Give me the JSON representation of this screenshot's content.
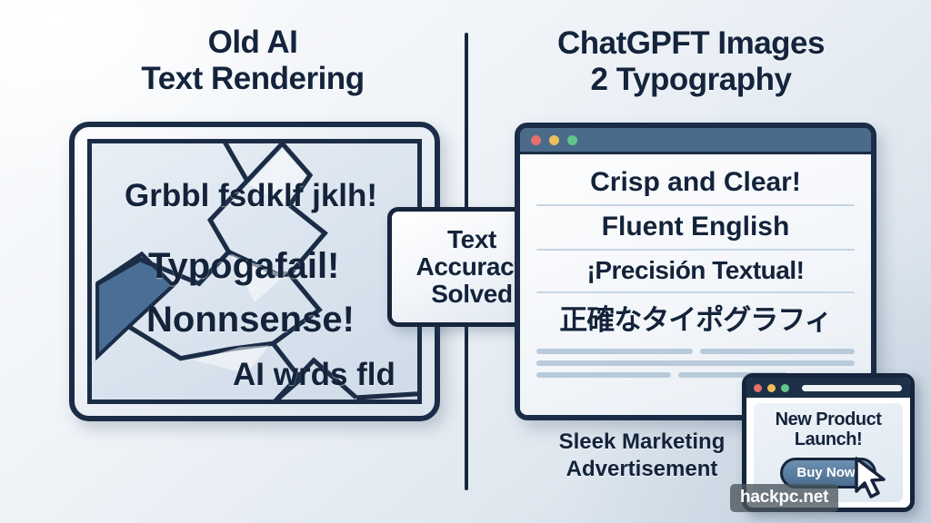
{
  "headings": {
    "left": {
      "line1": "Old AI",
      "line2": "Text Rendering"
    },
    "right": {
      "line1": "ChatGPFT Images",
      "line2": "2 Typography"
    }
  },
  "left_panel": {
    "device_name": "broken-screen-device",
    "garbled_lines": [
      "Grbbl fsdklf jklh!",
      "Typogafail!",
      "Nonnsense!",
      "AI wrds fld"
    ]
  },
  "center_badge": {
    "line1": "Text",
    "line2": "Accuracy",
    "line3": "Solved"
  },
  "right_panel": {
    "browser": {
      "traffic_lights": [
        "red",
        "yellow",
        "green"
      ],
      "lines": [
        "Crisp and Clear!",
        "Fluent English",
        "¡Precisión Textual!",
        "正確なタイポグラフィ"
      ]
    },
    "caption": {
      "line1": "Sleek Marketing",
      "line2": "Advertisement"
    }
  },
  "popup": {
    "traffic_lights": [
      "red",
      "yellow",
      "green"
    ],
    "headline_line1": "New Product",
    "headline_line2": "Launch!",
    "button_label": "Buy Now!"
  },
  "watermark": "hackpc.net",
  "colors": {
    "ink": "#13233a",
    "frame": "#1b2c46",
    "titlebar_blue": "#4a6b8a",
    "popup_titlebar": "#1d3048",
    "shard_blue": "#4a6f96",
    "placeholder_bar": "#b9cada",
    "dot_red": "#e8706a",
    "dot_yellow": "#f0be5c",
    "dot_green": "#63c58c",
    "background_light": "#fbfcfd",
    "background_dark": "#c5d2df"
  }
}
